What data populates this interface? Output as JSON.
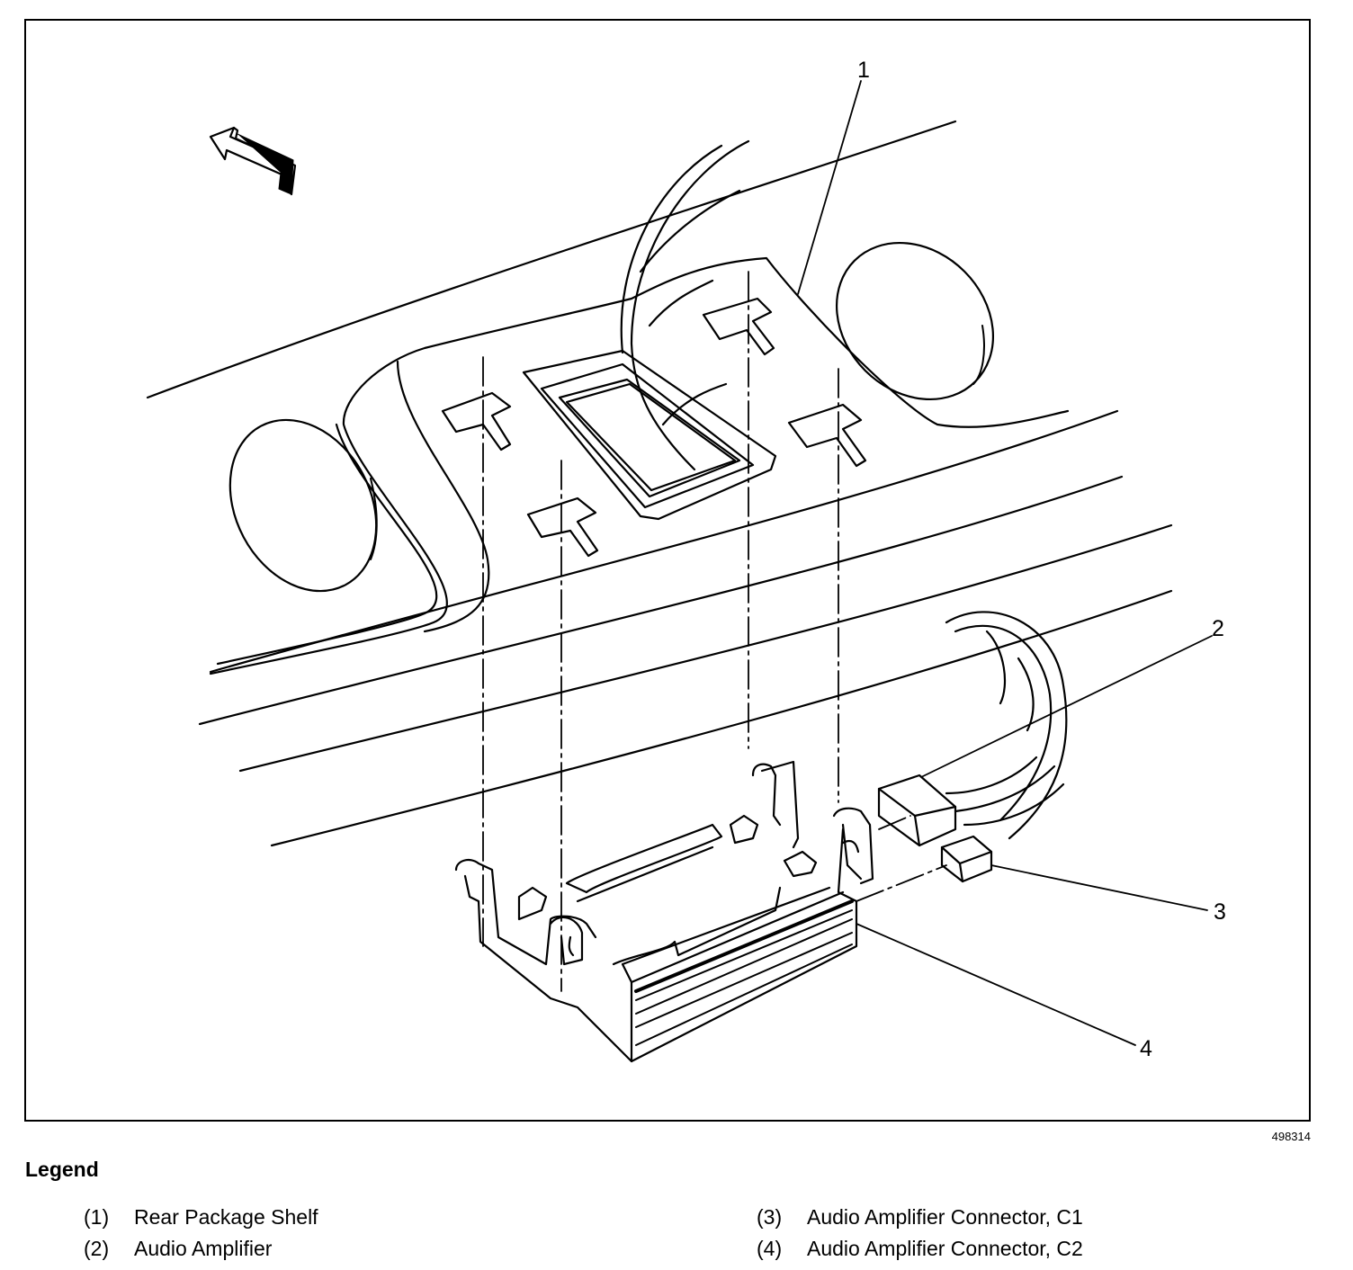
{
  "figure": {
    "id_text": "498314",
    "callouts": [
      "1",
      "2",
      "3",
      "4"
    ],
    "direction_arrow_icon": "forward-arrow-icon"
  },
  "legend": {
    "title": "Legend",
    "items": [
      {
        "num": "(1)",
        "label": "Rear Package Shelf"
      },
      {
        "num": "(2)",
        "label": "Audio Amplifier"
      },
      {
        "num": "(3)",
        "label": "Audio Amplifier Connector, C1"
      },
      {
        "num": "(4)",
        "label": "Audio Amplifier Connector, C2"
      }
    ]
  }
}
